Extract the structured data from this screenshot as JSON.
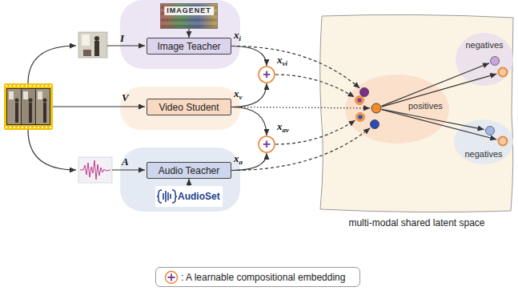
{
  "diagram": {
    "nodes": [
      {
        "text": [
          "IMAGENET"
        ]
      },
      {
        "text": [
          "Image Teacher"
        ]
      },
      {
        "text": [
          "Video Student"
        ]
      },
      {
        "text": [
          "Audio Teacher"
        ]
      },
      {
        "text": [
          "AudioSet"
        ]
      },
      {
        "text": [
          "+"
        ]
      },
      {
        "text": [
          "+"
        ]
      },
      {
        "text": [
          "multi-modal shared latent space"
        ]
      },
      {
        "text": [
          "negatives"
        ],
        "in": 7
      },
      {
        "text": [
          "positives"
        ],
        "in": 7
      },
      {
        "text": [
          "negatives"
        ],
        "in": 7
      }
    ],
    "edges": [
      {
        "from": 0,
        "to": 1,
        "arrow": "to"
      },
      {
        "from": 4,
        "to": 3,
        "arrow": "to"
      },
      {
        "from": 1,
        "to": 5,
        "arrow": "to"
      },
      {
        "from": 2,
        "to": 5,
        "arrow": "to"
      },
      {
        "from": 2,
        "to": 6,
        "arrow": "to"
      },
      {
        "from": 3,
        "to": 6,
        "arrow": "to"
      },
      {
        "from": 1,
        "to": 9,
        "arrow": "to"
      },
      {
        "from": 5,
        "to": 9,
        "arrow": "to"
      },
      {
        "from": 2,
        "to": 9,
        "arrow": "to"
      },
      {
        "from": 6,
        "to": 9,
        "arrow": "to"
      },
      {
        "from": 3,
        "to": 9,
        "arrow": "to"
      },
      {
        "from": 9,
        "to": 8,
        "arrow": "to"
      },
      {
        "from": 9,
        "to": 8,
        "arrow": "to"
      },
      {
        "from": 9,
        "to": 10,
        "arrow": "to"
      },
      {
        "from": 9,
        "to": 10,
        "arrow": "to"
      }
    ],
    "labels": [
      "I",
      "xi",
      "xvi",
      "V",
      "xv",
      "xav",
      "A",
      "xa"
    ],
    "legend": [
      {
        "text": ": A learnable compositional embedding"
      }
    ]
  }
}
